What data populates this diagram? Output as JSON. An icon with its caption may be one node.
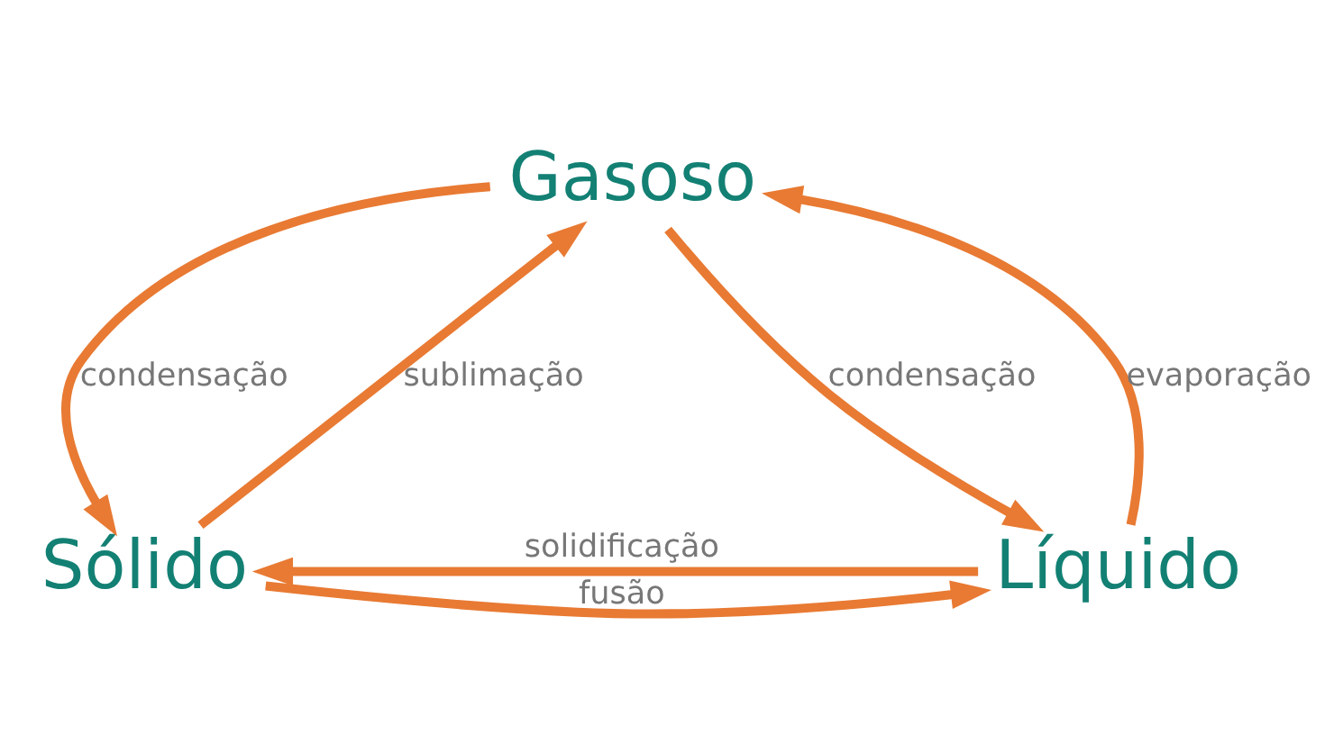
{
  "diagram": {
    "nodes": [
      {
        "text": [
          "Gasoso"
        ]
      },
      {
        "text": [
          "Sólido"
        ]
      },
      {
        "text": [
          "Líquido"
        ]
      }
    ],
    "edges": [
      {
        "from": 1,
        "to": 0,
        "arrow": "to",
        "label": "sublimação"
      },
      {
        "from": 0,
        "to": 1,
        "arrow": "to",
        "label": "condensação"
      },
      {
        "from": 0,
        "to": 2,
        "arrow": "to",
        "label": "condensação"
      },
      {
        "from": 2,
        "to": 0,
        "arrow": "to",
        "label": "evaporação"
      },
      {
        "from": 1,
        "to": 2,
        "arrow": "to",
        "label": "fusão"
      },
      {
        "from": 2,
        "to": 1,
        "arrow": "to",
        "label": "solidificação"
      }
    ]
  }
}
